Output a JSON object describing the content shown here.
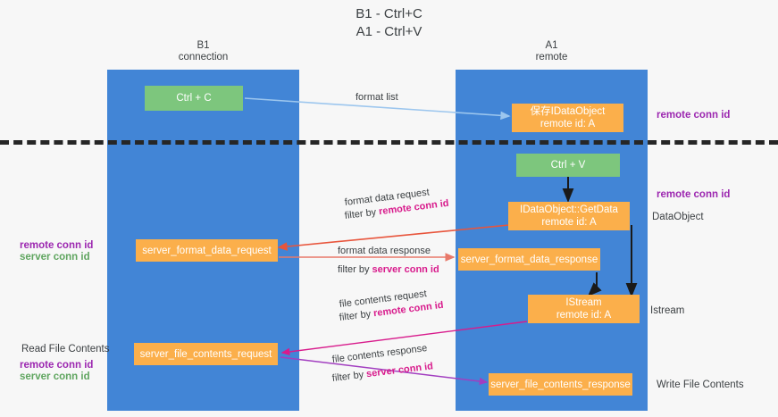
{
  "title": {
    "line1": "B1 - Ctrl+C",
    "line2": "A1 - Ctrl+V"
  },
  "lanes": [
    {
      "id": "b1",
      "name": "B1",
      "role": "connection"
    },
    {
      "id": "a1",
      "name": "A1",
      "role": "remote"
    }
  ],
  "nodes": {
    "ctrl_c": {
      "label": "Ctrl + C",
      "color": "#7dc67d"
    },
    "save_idataobject": {
      "line1": "保存IDataObject",
      "line2": "remote id: A",
      "color": "#fbaf4b"
    },
    "ctrl_v": {
      "label": "Ctrl + V",
      "color": "#7dc67d"
    },
    "getdata": {
      "line1": "IDataObject::GetData",
      "line2": "remote id: A",
      "color": "#fbaf4b"
    },
    "server_format_data_request": {
      "label": "server_format_data_request",
      "color": "#fbaf4b"
    },
    "server_format_data_response": {
      "label": "server_format_data_response",
      "color": "#fbaf4b"
    },
    "istream": {
      "line1": "IStream",
      "line2": "remote id: A",
      "color": "#fbaf4b"
    },
    "server_file_contents_request": {
      "label": "server_file_contents_request",
      "color": "#fbaf4b"
    },
    "server_file_contents_response": {
      "label": "server_file_contents_response",
      "color": "#fbaf4b"
    }
  },
  "edges": {
    "format_list": {
      "label": "format list",
      "color": "#9cc6ee"
    },
    "format_data_request": {
      "line1": "format data request",
      "line2_prefix": "filter by ",
      "line2_key": "remote conn id",
      "color": "#e8553c"
    },
    "format_data_response": {
      "line1": "format data response",
      "line2_prefix": "filter by ",
      "line2_key": "server conn id",
      "color": "#e8796a"
    },
    "file_contents_request": {
      "line1": "file contents request",
      "line2_prefix": "filter by ",
      "line2_key": "remote conn id",
      "color": "#d81b8c"
    },
    "file_contents_response": {
      "line1": "file contents response",
      "line2_prefix": "filter by ",
      "line2_key": "server conn id",
      "color": "#a23ec0"
    }
  },
  "annotations": {
    "right_remote_conn_id_top": "remote conn id",
    "right_remote_conn_id_mid": "remote conn id",
    "right_dataobject": "DataObject",
    "right_istream": "Istream",
    "right_write_file_contents": "Write File Contents",
    "left_remote_conn_id": "remote conn id",
    "left_server_conn_id": "server conn id",
    "left_read_file_contents": "Read File Contents",
    "left_remote_conn_id_2": "remote conn id",
    "left_server_conn_id_2": "server conn id"
  },
  "colors": {
    "lane": "#4285d6",
    "green_node": "#7dc67d",
    "orange_node": "#fbaf4b",
    "purple_text": "#9c27b0",
    "green_text": "#5fa55f",
    "magenta_text": "#d81b8c",
    "divider": "#262626",
    "background": "#f7f7f7"
  }
}
